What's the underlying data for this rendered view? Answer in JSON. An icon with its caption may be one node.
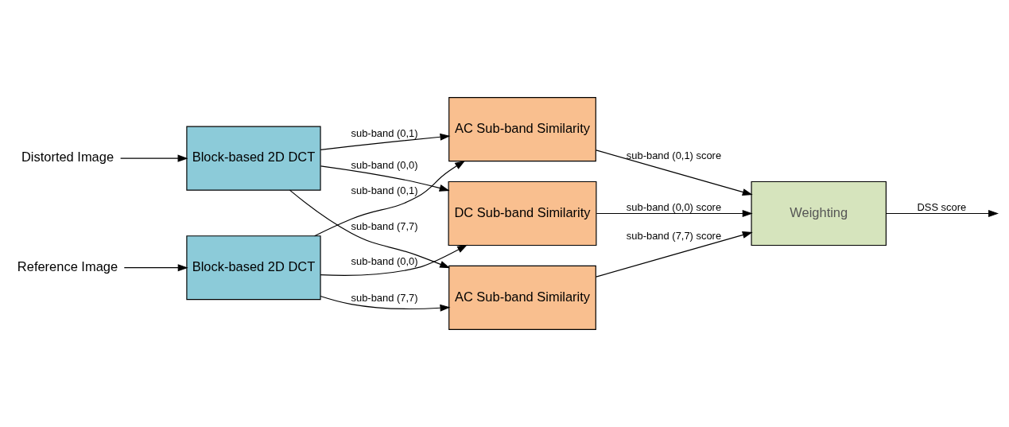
{
  "diagram": {
    "nodes": [
      {
        "text": [
          "Reference Image"
        ]
      },
      {
        "text": [
          "Block-based 2D DCT"
        ]
      },
      {
        "text": [
          "Distorted Image"
        ]
      },
      {
        "text": [
          "Block-based 2D DCT"
        ]
      },
      {
        "text": [
          "DC Sub-band Similarity"
        ]
      },
      {
        "text": [
          "AC Sub-band Similarity"
        ]
      },
      {
        "text": [
          "AC Sub-band Similarity"
        ]
      },
      {
        "text": [
          "Weighting"
        ]
      }
    ],
    "edges": [
      {
        "from": 0,
        "to": 1,
        "arrow": "to"
      },
      {
        "from": 2,
        "to": 3,
        "arrow": "to"
      },
      {
        "from": 1,
        "to": 4,
        "arrow": "to",
        "label": "sub-band (0,0)"
      },
      {
        "from": 3,
        "to": 4,
        "arrow": "to",
        "label": "sub-band (0,0)"
      },
      {
        "from": 1,
        "to": 5,
        "arrow": "to",
        "label": "sub-band (0,1)"
      },
      {
        "from": 3,
        "to": 5,
        "arrow": "to",
        "label": "sub-band (0,1)"
      },
      {
        "from": 1,
        "to": 6,
        "arrow": "to",
        "label": "sub-band (7,7)"
      },
      {
        "from": 3,
        "to": 6,
        "arrow": "to",
        "label": "sub-band (7,7)"
      },
      {
        "from": 4,
        "to": 7,
        "arrow": "to",
        "label": "sub-band (0,0) score"
      },
      {
        "from": 5,
        "to": 7,
        "arrow": "to",
        "label": "sub-band (0,1) score"
      },
      {
        "from": 6,
        "to": 7,
        "arrow": "to",
        "label": "sub-band (7,7) score"
      },
      {
        "from": 7,
        "to": null,
        "arrow": "to",
        "label": "DSS score"
      }
    ]
  }
}
